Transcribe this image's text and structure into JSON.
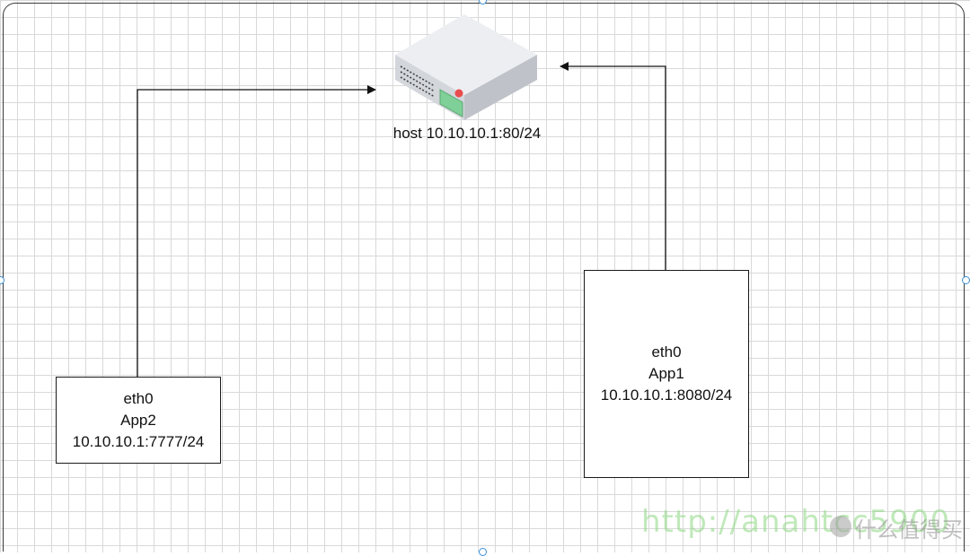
{
  "host": {
    "label": "host 10.10.10.1:80/24"
  },
  "nodes": {
    "app2": {
      "interface": "eth0",
      "name": "App2",
      "address": "10.10.10.1:7777/24"
    },
    "app1": {
      "interface": "eth0",
      "name": "App1",
      "address": "10.10.10.1:8080/24"
    }
  },
  "connectors": [
    {
      "from": "App2",
      "to": "host"
    },
    {
      "from": "App1",
      "to": "host"
    }
  ],
  "watermark": {
    "url": "http://anahtcc5900",
    "cjk": "什么值得买"
  },
  "colors": {
    "grid": "#d9d9d9",
    "selection_handle": "#3a8fd6",
    "server_led": "#e84c4c",
    "server_panel": "#7fcf98",
    "watermark": "#8cd782"
  }
}
